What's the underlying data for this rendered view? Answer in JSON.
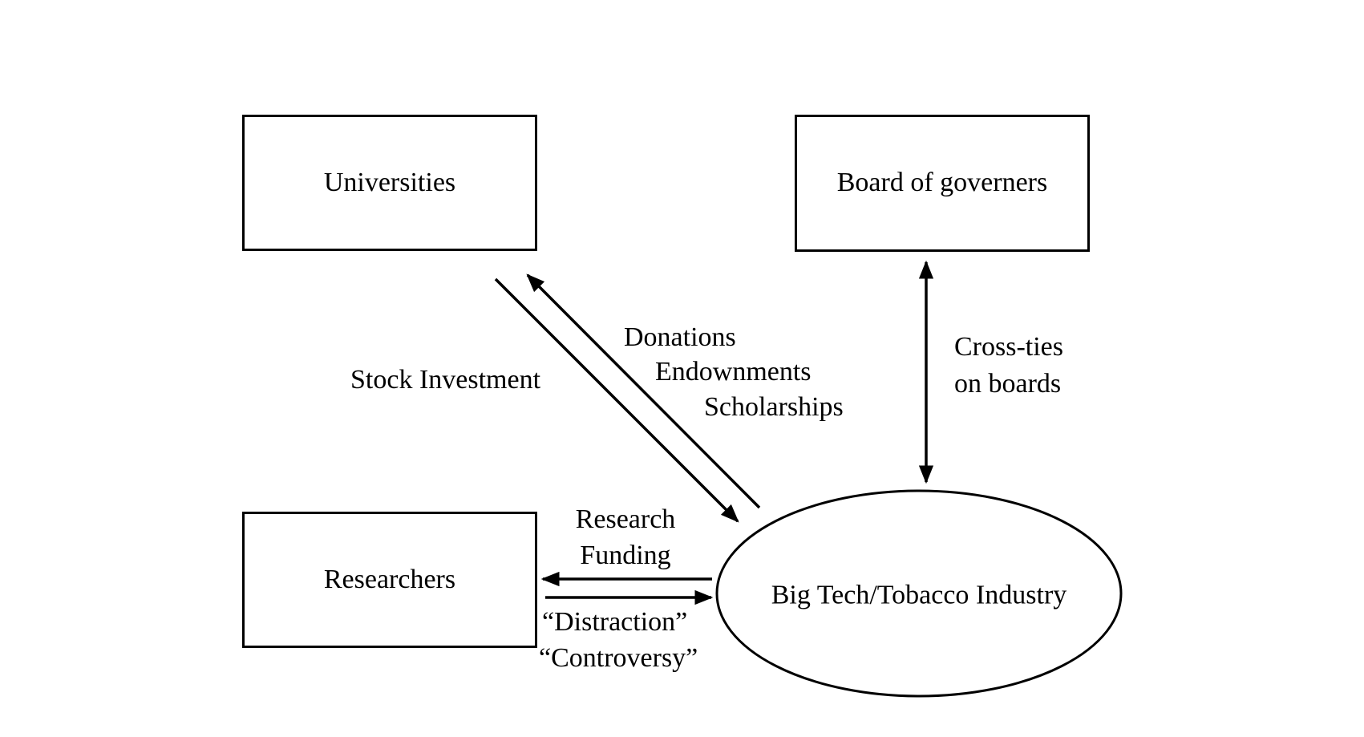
{
  "colors": {
    "ink": "#000000",
    "background": "#ffffff"
  },
  "nodes": {
    "universities": {
      "label": "Universities"
    },
    "board_of_governers": {
      "lines": [
        "Board of",
        "governers"
      ]
    },
    "researchers": {
      "label": "Researchers"
    },
    "industry": {
      "lines": [
        "Big Tech/Tobacco",
        "Industry"
      ]
    }
  },
  "labels": {
    "stock_investment": {
      "text": "Stock Investment"
    },
    "donations_group": {
      "lines": [
        "Donations",
        "Endownments",
        "Scholarships"
      ]
    },
    "cross_ties": {
      "lines": [
        "Cross-ties",
        "on boards"
      ]
    },
    "research_funding": {
      "lines": [
        "Research",
        "Funding"
      ]
    },
    "distraction_controversy": {
      "lines": [
        "“Distraction”",
        "“Controversy”"
      ]
    }
  }
}
